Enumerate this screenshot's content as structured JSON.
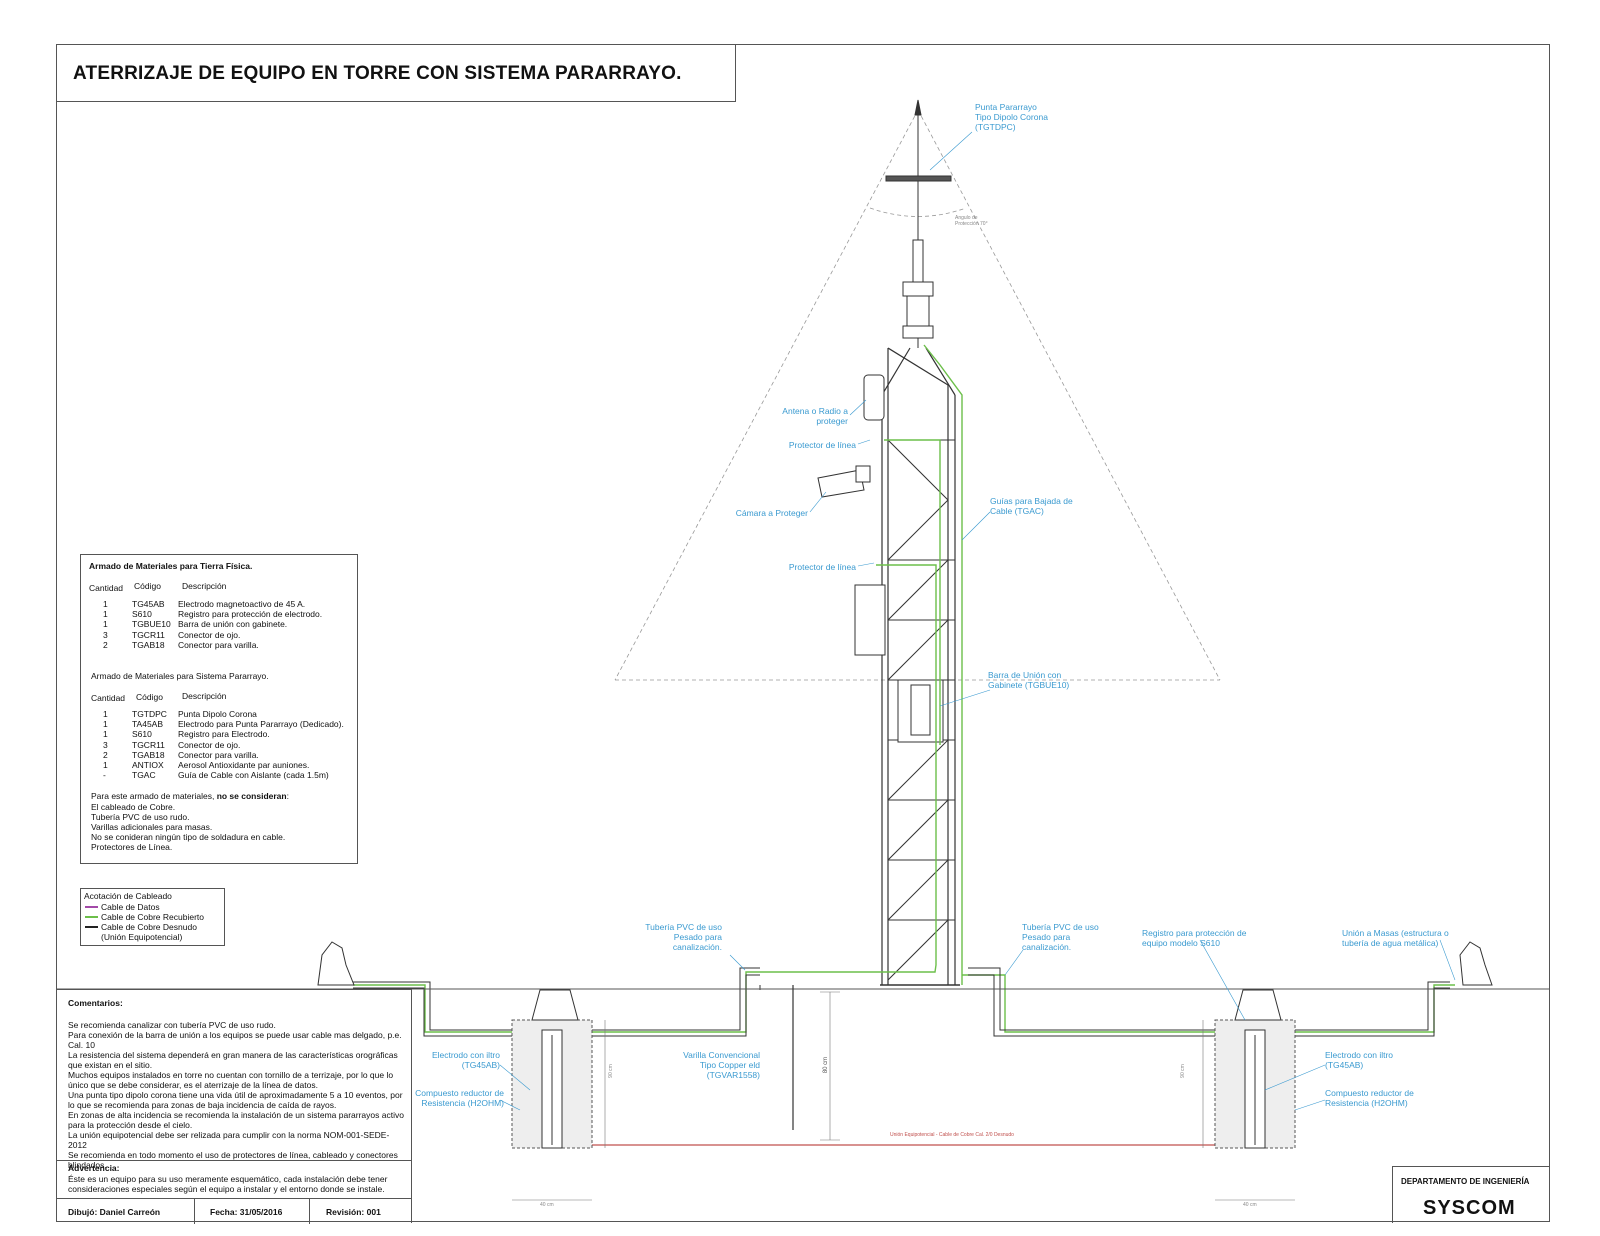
{
  "title": "ATERRIZAJE DE EQUIPO EN TORRE CON SISTEMA PARARRAYO.",
  "labels": {
    "punta_pararrayo": [
      "Punta Pararrayo",
      "Tipo Dipolo Corona",
      "(TGTDPC)"
    ],
    "angulo": [
      "Angulo de",
      "Protección 70°"
    ],
    "antena": [
      "Antena o Radio a",
      "proteger"
    ],
    "protector_linea_1": [
      "Protector de línea"
    ],
    "camara": [
      "Cámara a Proteger"
    ],
    "guias": [
      "Guías para Bajada de",
      "Cable (TGAC)"
    ],
    "protector_linea_2": [
      "Protector de línea"
    ],
    "barra_union": [
      "Barra de Unión con",
      "Gabinete (TGBUE10)"
    ],
    "tuberia_izq": [
      "Tubería PVC de uso",
      "Pesado para",
      "canalización."
    ],
    "tuberia_der": [
      "Tubería PVC de uso",
      "Pesado para",
      "canalización."
    ],
    "registro": [
      "Registro para protección de",
      "equipo modelo S610"
    ],
    "union_masas": [
      "Unión a Masas (estructura o",
      "tubería de agua metálica)"
    ],
    "electrodo_izq": [
      "Electrodo con   iltro",
      "(TG45AB)"
    ],
    "compuesto_izq": [
      "Compuesto reductor de",
      "Resistencia (H2OHM)"
    ],
    "varilla": [
      "Varilla Convencional",
      "Tipo Copper  eld",
      "(TGVAR1558)"
    ],
    "electrodo_der": [
      "Electrodo con   iltro",
      "(TG45AB)"
    ],
    "compuesto_der": [
      "Compuesto reductor de",
      "Resistencia (H2OHM)"
    ],
    "union_equipotencial": "Unión Equipotencial - Cable de Cobre Cal. 2/0 Desnudo",
    "dim_80cm": "80 cm",
    "dim_90cm_left": "90 cm",
    "dim_90cm_right": "90 cm",
    "dim_40cm_left": "40 cm",
    "dim_40cm_right": "40 cm"
  },
  "materials_tierra": {
    "heading": "Armado de Materiales para Tierra Física.",
    "col_cantidad": "Cantidad",
    "col_codigo": "Código",
    "col_descripcion": "Descripción",
    "rows": [
      {
        "qty": "1",
        "code": "TG45AB",
        "desc": "Electrodo magnetoactivo de 45 A."
      },
      {
        "qty": "1",
        "code": "S610",
        "desc": "Registro para protección de electrodo."
      },
      {
        "qty": "1",
        "code": "TGBUE10",
        "desc": "Barra de unión con gabinete."
      },
      {
        "qty": "3",
        "code": "TGCR11",
        "desc": "Conector de ojo."
      },
      {
        "qty": "2",
        "code": "TGAB18",
        "desc": "Conector para varilla."
      }
    ]
  },
  "materials_pararrayo": {
    "heading": "Armado de Materiales para Sistema Pararrayo.",
    "col_cantidad": "Cantidad",
    "col_codigo": "Código",
    "col_descripcion": "Descripción",
    "rows": [
      {
        "qty": "1",
        "code": "TGTDPC",
        "desc": "Punta Dipolo Corona"
      },
      {
        "qty": "1",
        "code": "TA45AB",
        "desc": "Electrodo para Punta Pararrayo (Dedicado)."
      },
      {
        "qty": "1",
        "code": "S610",
        "desc": "Registro para Electrodo."
      },
      {
        "qty": "3",
        "code": "TGCR11",
        "desc": "Conector de ojo."
      },
      {
        "qty": "2",
        "code": "TGAB18",
        "desc": "Conector para varilla."
      },
      {
        "qty": "1",
        "code": "ANTIOX",
        "desc": "Aerosol Antioxidante par auniones."
      },
      {
        "qty": "-",
        "code": "TGAC",
        "desc": "Guía de Cable con Aislante (cada 1.5m)"
      }
    ],
    "note_intro": "Para este armado de materiales, ",
    "note_bold": "no se consideran",
    "note_colon": ":",
    "note_items": [
      "El cableado de Cobre.",
      "Tubería PVC de uso rudo.",
      "Varillas adicionales para masas.",
      "No se conideran ningún tipo de soldadura en cable.",
      "Protectores de Línea."
    ]
  },
  "legend": {
    "heading": "Acotación de Cableado",
    "items": [
      {
        "label": "Cable de Datos",
        "color": "#a34aa8"
      },
      {
        "label": "Cable de Cobre Recubierto",
        "color": "#6cbf4a"
      },
      {
        "label": "Cable de Cobre Desnudo (Unión Equipotencial)",
        "color": "#222222"
      }
    ]
  },
  "comments": {
    "heading": "Comentarios:",
    "paragraphs": [
      "Se recomienda canalizar con tubería PVC de uso rudo.",
      "Para conexión de la barra de unión a los equipos se puede usar cable mas delgado, p.e. Cal. 10",
      "La resistencia del sistema dependerá en gran manera de las características orográficas que existan en el sitio.",
      "Muchos equipos instalados en torre no cuentan con tornillo de a terrizaje, por lo que lo único que se debe considerar, es el aterrizaje de la línea de datos.",
      "Una punta tipo dipolo corona tiene una vida útil de aproximadamente 5 a 10 eventos, por lo que se recomienda para zonas de baja incidencia de caída de rayos.",
      "En zonas de alta incidencia se recomienda la instalación de un sistema pararrayos activo para la protección desde el cielo.",
      "La unión equipotencial debe ser relizada para cumplir con la norma NOM-001-SEDE-2012",
      "Se recomienda en todo momento el uso de protectores de línea, cableado y conectores blindados."
    ]
  },
  "warning": {
    "heading": "Advertencia:",
    "text": "Éste es un equipo para su uso meramente esquemático, cada instalación debe tener consideraciones especiales según el equipo a instalar y el entorno donde se instale."
  },
  "signature": {
    "drawn_by": "Dibujó: Daniel Carreón",
    "date": "Fecha: 31/05/2016",
    "revision": "Revisión: 001"
  },
  "department": {
    "name": "DEPARTAMENTO DE  INGENIERÍA",
    "company": "SYSCOM"
  },
  "colors": {
    "label": "#3a9ad0",
    "copper_covered": "#6cbf4a",
    "copper_bare": "#c0504d",
    "data_cable": "#a34aa8",
    "structure": "#333333"
  }
}
